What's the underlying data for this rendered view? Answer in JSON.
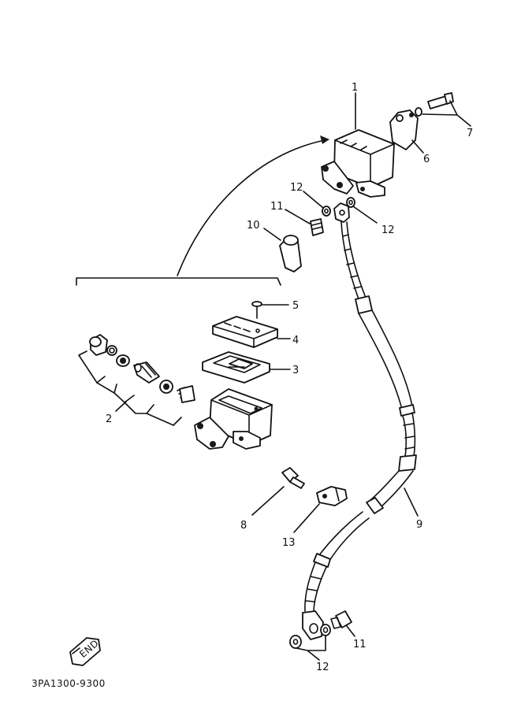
{
  "diagram": {
    "callouts": [
      "1",
      "2",
      "3",
      "4",
      "5",
      "6",
      "7",
      "8",
      "9",
      "10",
      "11",
      "12",
      "13"
    ],
    "labels": {
      "p1": "1",
      "p2": "2",
      "p3": "3",
      "p4": "4",
      "p5": "5",
      "p6": "6",
      "p7": "7",
      "p8": "8",
      "p9": "9",
      "p10": "10",
      "p11_top": "11",
      "p11_bottom": "11",
      "p12_a": "12",
      "p12_b": "12",
      "p12_c": "12",
      "p13": "13"
    },
    "end_badge": "END",
    "diagram_code": "3PA1300-9300"
  }
}
